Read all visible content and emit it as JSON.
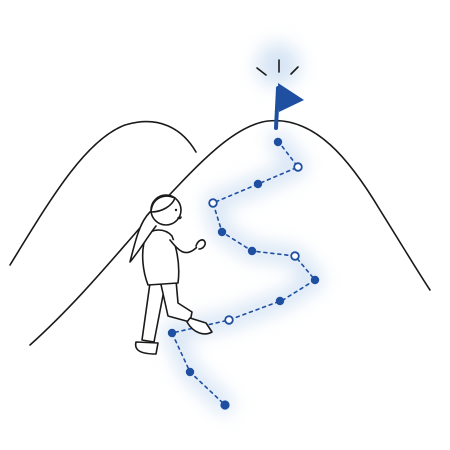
{
  "illustration": {
    "palette": {
      "background": "#ffffff",
      "line": "#1a1a1a",
      "accent": "#1f4fa0",
      "glow": "#c9dcf1"
    },
    "icons": [
      "mountain-outline",
      "summit-flag",
      "trail-path",
      "hiker-figure"
    ]
  }
}
